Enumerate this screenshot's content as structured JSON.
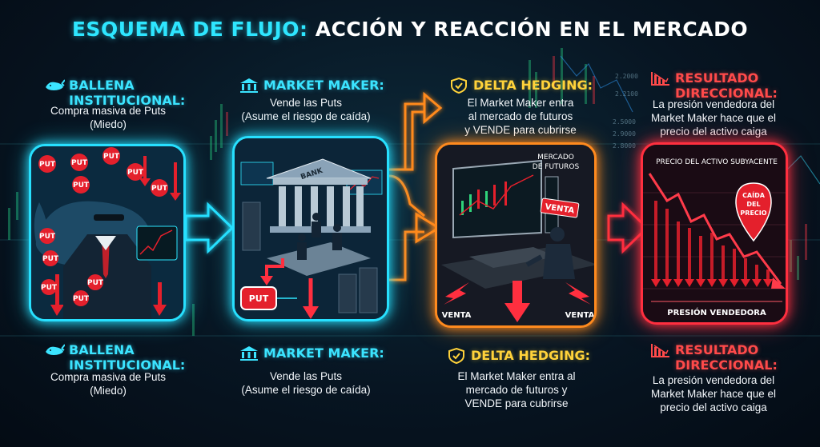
{
  "title": {
    "part1": "ESQUEMA DE FLUJO:",
    "part2": " ACCIÓN Y REACCIÓN EN EL MERCADO"
  },
  "colors": {
    "cyan": "#27e0ff",
    "orange": "#ff8a1e",
    "red": "#ff2f3f",
    "yellow": "#ffd23a",
    "background": "#071522"
  },
  "steps": [
    {
      "icon": "whale-icon",
      "heading_line1": "BALLENA",
      "heading_line2": "INSTITUCIONAL:",
      "desc_line1": "Compra masiva de Puts",
      "desc_line2": "(Miedo)"
    },
    {
      "icon": "bank-icon",
      "heading": "MARKET MAKER:",
      "desc_line1": "Vende las Puts",
      "desc_line2": "(Asume el riesgo de caída)"
    },
    {
      "icon": "shield-icon",
      "heading": "DELTA HEDGING:",
      "top_desc_line1": "El Market Maker entra",
      "top_desc_line2": "al mercado de futuros",
      "top_desc_line3": "y VENDE para cubrirse",
      "bottom_desc_line1": "El Market Maker entra al",
      "bottom_desc_line2": "mercado de futuros y",
      "bottom_desc_line3": "VENDE para cubrirse"
    },
    {
      "icon": "falling-chart-icon",
      "heading_line1": "RESULTADO",
      "heading_line2": "DIRECCIONAL:",
      "desc_line1": "La presión vendedora del",
      "desc_line2": "Market Maker hace que el",
      "desc_line3": "precio del activo caiga"
    }
  ],
  "panels": {
    "whale": {
      "put_label": "PUT"
    },
    "bank": {
      "bank_sign": "BANK",
      "put_label": "PUT"
    },
    "futures": {
      "label_line1": "MERCADO",
      "label_line2": "DE FUTUROS",
      "sell_tag": "VENTA",
      "sell_left": "VENTA",
      "sell_right": "VENTA"
    },
    "result": {
      "chart_title": "PRECIO DEL ACTIVO SUBYACENTE",
      "pin_line1": "CAÍDA",
      "pin_line2": "DEL",
      "pin_line3": "PRECIO",
      "footer": "PRESIÓN VENDEDORA"
    }
  },
  "ticker_values": [
    "2.2000",
    "2.2100",
    "2.5000",
    "2.9000",
    "2.8000"
  ]
}
